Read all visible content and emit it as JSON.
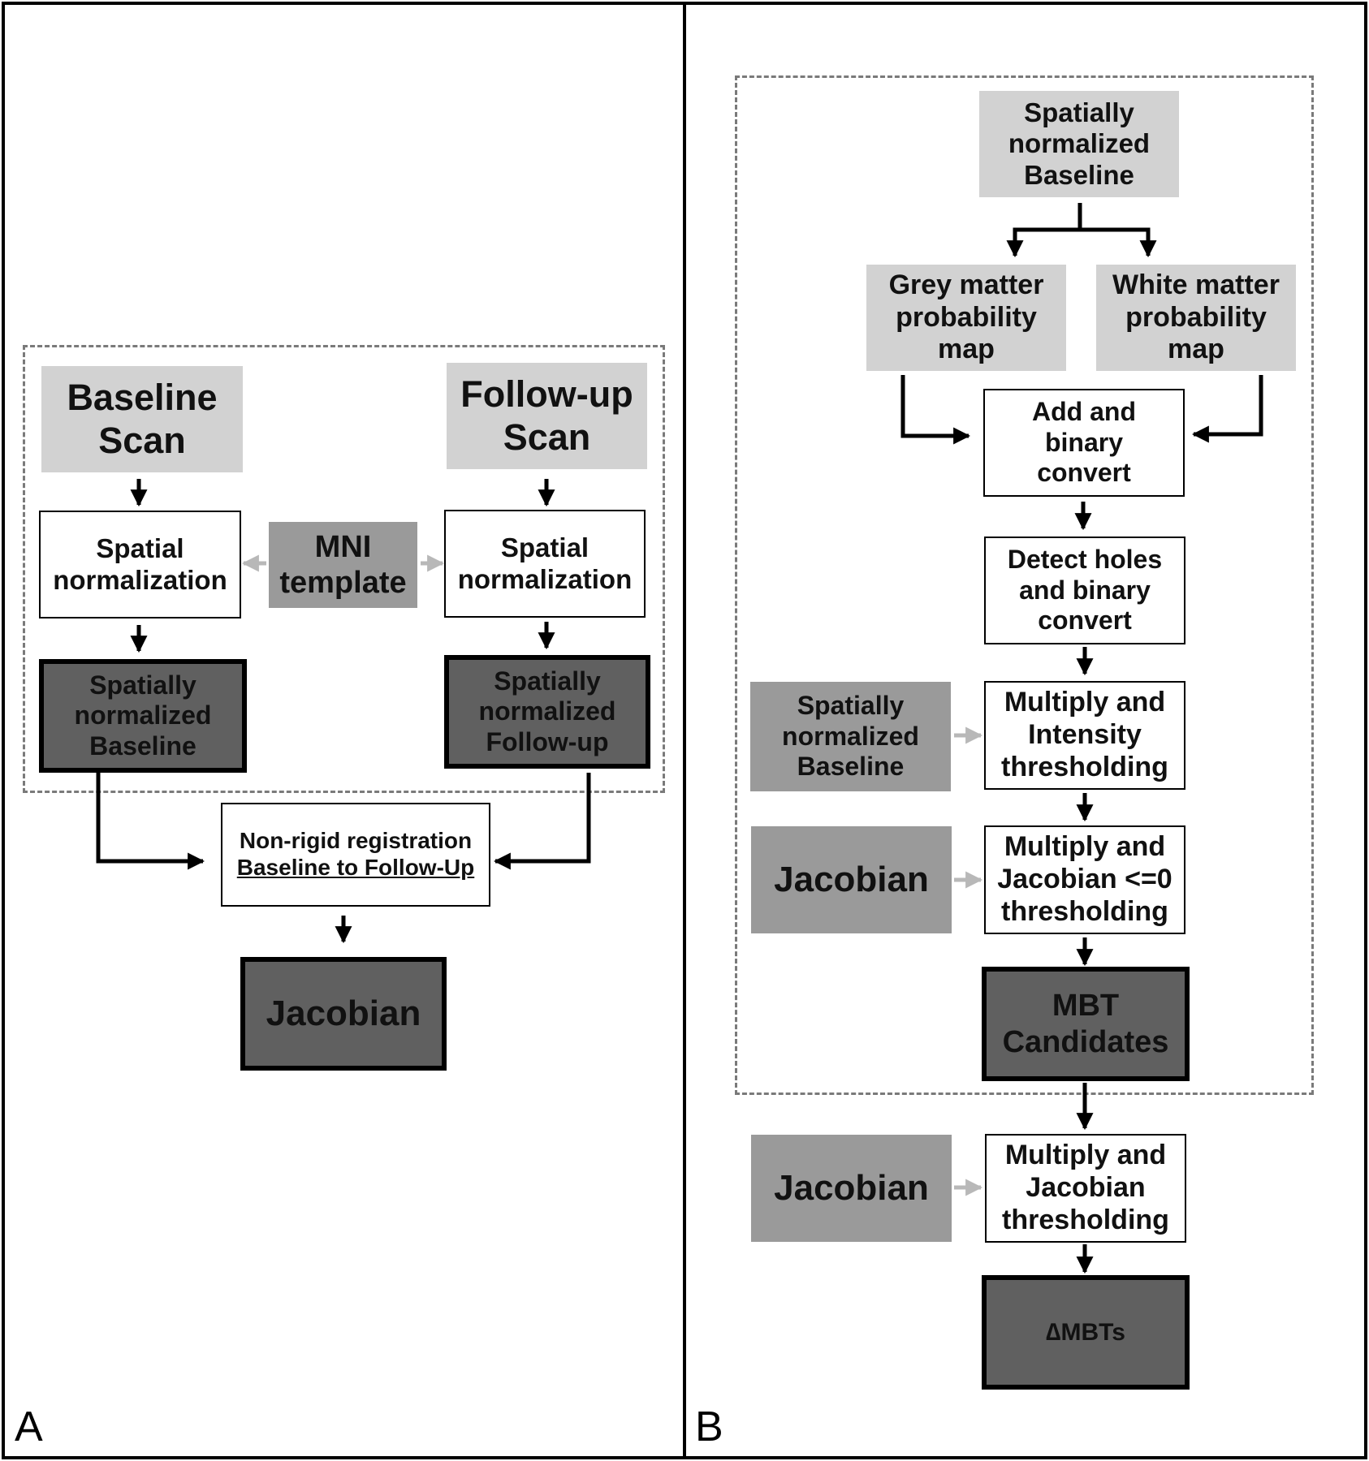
{
  "panel_a": {
    "letter": "A",
    "baseline_scan": "Baseline\nScan",
    "followup_scan": "Follow-up\nScan",
    "spatial_norm_left": "Spatial\nnormalization",
    "spatial_norm_right": "Spatial\nnormalization",
    "mni_template": "MNI\ntemplate",
    "norm_baseline": "Spatially\nnormalized\nBaseline",
    "norm_followup": "Spatially\nnormalized\nFollow-up",
    "registration_line1": "Non-rigid registration",
    "registration_line2": "Baseline to Follow-Up",
    "jacobian": "Jacobian"
  },
  "panel_b": {
    "letter": "B",
    "norm_baseline_top": "Spatially\nnormalized\nBaseline",
    "grey_matter": "Grey matter\nprobability\nmap",
    "white_matter": "White matter\nprobability\nmap",
    "add_binary": "Add and\nbinary\nconvert",
    "detect_holes": "Detect holes\nand binary\nconvert",
    "norm_baseline_side": "Spatially\nnormalized\nBaseline",
    "multiply_intensity": "Multiply and\nIntensity\nthresholding",
    "jacobian_1": "Jacobian",
    "multiply_jacobian_le0": "Multiply and\nJacobian <=0\nthresholding",
    "mbt_candidates": "MBT\nCandidates",
    "jacobian_2": "Jacobian",
    "multiply_jacobian": "Multiply and\nJacobian\nthresholding",
    "delta_mbts": "∆MBTs"
  },
  "colors": {
    "light_box": "#d2d2d2",
    "mid_box": "#9a9a9a",
    "dark_box": "#606060",
    "grey_arrow": "#b8b8b8",
    "dash_border": "#7a7a7a"
  }
}
